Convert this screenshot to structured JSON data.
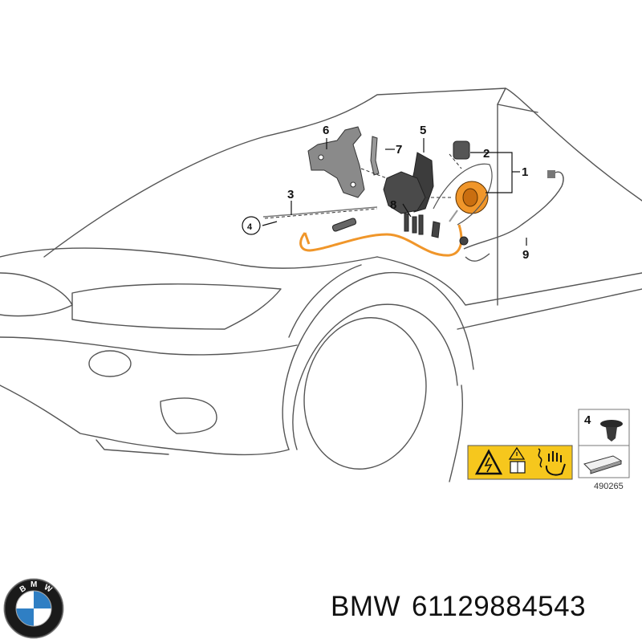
{
  "diagram": {
    "callouts": [
      "1",
      "2",
      "3",
      "4",
      "5",
      "6",
      "7",
      "8",
      "9"
    ],
    "inset": {
      "part_number_label": "4",
      "figure_number": "490265"
    }
  },
  "logo": {
    "name": "bmw-logo",
    "lettering": "BMW",
    "colors": {
      "ring": "#1a1a1a",
      "blue": "#2f7fc4",
      "white": "#ffffff"
    }
  },
  "caption": {
    "brand": "BMW",
    "part_number": "61129884543"
  },
  "colors": {
    "line": "#555555",
    "cable": "#f0962a",
    "warning_bg": "#f6c71d"
  }
}
